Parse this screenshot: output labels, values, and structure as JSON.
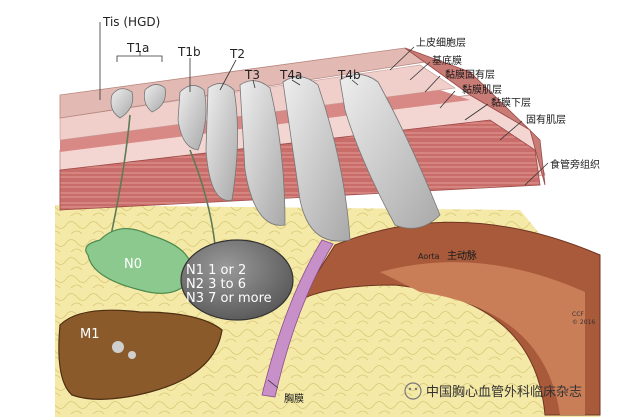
{
  "stage_labels": {
    "tis": "Tis (HGD)",
    "t1a": "T1a",
    "t1b": "T1b",
    "t2": "T2",
    "t3": "T3",
    "t4a": "T4a",
    "t4b": "T4b"
  },
  "layer_labels": {
    "epithelium": "上皮细胞层",
    "basement_membrane": "基底膜",
    "lamina_propria": "黏膜固有层",
    "muscularis_mucosae": "黏膜肌层",
    "submucosa": "黏膜下层",
    "muscularis_propria": "固有肌层",
    "adventitia": "食管旁组织"
  },
  "nodes": {
    "n0": "N0",
    "n1": "N1 1 or 2",
    "n2": "N2 3 to 6",
    "n3": "N3 7 or more"
  },
  "metastasis": "M1",
  "aorta": {
    "en": "Aorta",
    "cn": "主动脉"
  },
  "pleura": "胸膜",
  "credit": {
    "line1": "CCF",
    "line2": "© 2016"
  },
  "watermark": "中国胸心血管外科临床杂志",
  "colors": {
    "epithelium": "#e3b9b4",
    "lamina": "#f0cfcb",
    "muscle": "#c96d6a",
    "submucosa": "#f3d6d2",
    "fat": "#f5e9a8",
    "tumor": "#d4d4d4",
    "node_green": "#8cc98e",
    "liver": "#8b5a2b",
    "aorta": "#a95a3a"
  }
}
